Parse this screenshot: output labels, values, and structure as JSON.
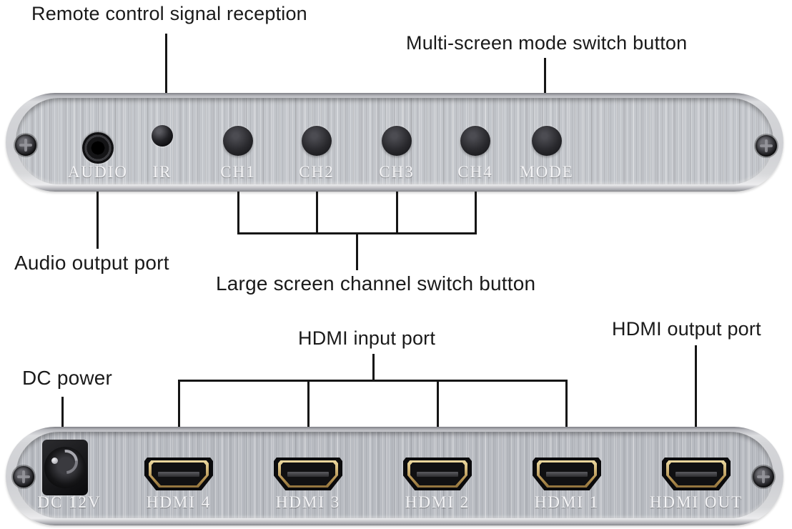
{
  "annotations": {
    "remote_control": "Remote control signal reception",
    "multi_screen_mode": "Multi-screen mode switch button",
    "audio_output": "Audio output port",
    "large_screen_channel": "Large screen channel switch button",
    "hdmi_input": "HDMI input port",
    "hdmi_output": "HDMI output port",
    "dc_power": "DC power"
  },
  "front_panel": {
    "port_labels": {
      "audio": "AUDIO",
      "ir": "IR",
      "ch1": "CH1",
      "ch2": "CH2",
      "ch3": "CH3",
      "ch4": "CH4",
      "mode": "MODE"
    }
  },
  "rear_panel": {
    "port_labels": {
      "dc": "DC 12V",
      "hdmi4": "HDMI 4",
      "hdmi3": "HDMI 3",
      "hdmi2": "HDMI 2",
      "hdmi1": "HDMI 1",
      "hdmi_out": "HDMI OUT"
    }
  },
  "colors": {
    "background": "#ffffff",
    "annotation_text": "#1a1a1a",
    "annotation_line": "#151515",
    "panel_face_front": "#c3c6cb",
    "panel_face_rear": "#b9bcc2",
    "panel_label_text": "#f4f4f6",
    "button_dark": "#29292d",
    "hdmi_gold": "#c9a566"
  }
}
